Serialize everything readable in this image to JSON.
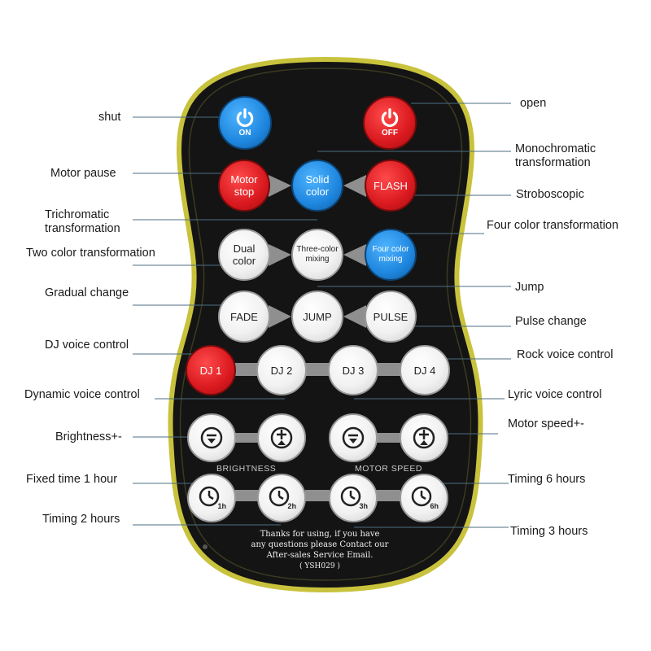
{
  "labels": {
    "shut": "shut",
    "open": "open",
    "motor_pause": "Motor pause",
    "monochromatic": "Monochromatic transformation",
    "stroboscopic": "Stroboscopic",
    "trichromatic": "Trichromatic transformation",
    "four_color": "Four color transformation",
    "two_color": "Two color transformation",
    "gradual_change": "Gradual change",
    "jump": "Jump",
    "pulse_change": "Pulse change",
    "dj_voice": "DJ voice control",
    "rock_voice": "Rock voice control",
    "dynamic_voice": "Dynamic voice control",
    "lyric_voice": "Lyric voice control",
    "brightness": "Brightness+-",
    "motor_speed": "Motor speed+-",
    "fixed_1h": "Fixed time 1 hour",
    "timing_6h": "Timing 6 hours",
    "timing_2h": "Timing 2 hours",
    "timing_3h": "Timing 3 hours"
  },
  "remote": {
    "on_label": "ON",
    "off_label": "OFF",
    "motor_stop": [
      "Motor",
      "stop"
    ],
    "solid_color": [
      "Solid",
      "color"
    ],
    "flash": "FLASH",
    "dual_color": [
      "Dual",
      "color"
    ],
    "three_color": [
      "Three-color",
      "mixing"
    ],
    "four_color": [
      "Four color",
      "mixing"
    ],
    "fade": "FADE",
    "jump": "JUMP",
    "pulse": "PULSE",
    "dj1": "DJ 1",
    "dj2": "DJ 2",
    "dj3": "DJ 3",
    "dj4": "DJ 4",
    "brightness_caption": "BRIGHTNESS",
    "motor_speed_caption": "MOTOR SPEED",
    "timer_1h": "1h",
    "timer_2h": "2h",
    "timer_3h": "3h",
    "timer_6h": "6h",
    "footer_lines": [
      "Thanks for using, if you have",
      "any questions please Contact our",
      "After-sales Service Email."
    ],
    "model": "( YSH029 )"
  },
  "colors": {
    "body": "#141414",
    "rim": "#c8c23c",
    "red_button": "#d9191f",
    "blue_button": "#1e86de",
    "white_button": "#f1f1f1"
  }
}
